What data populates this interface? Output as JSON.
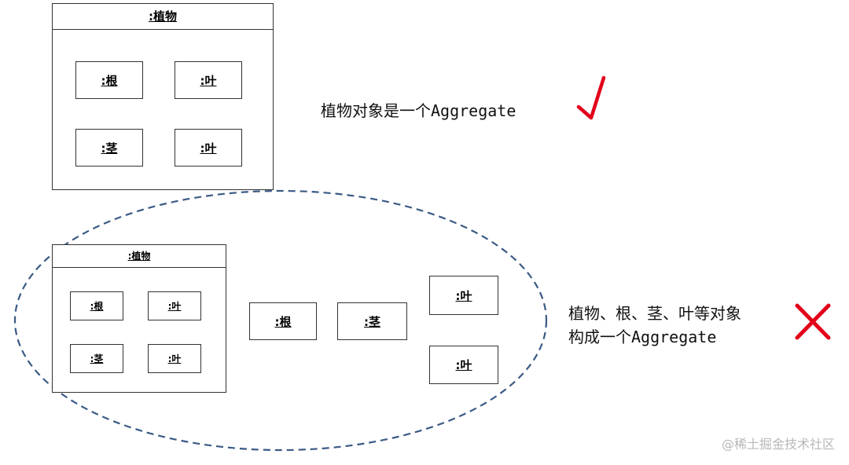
{
  "top_aggregate": {
    "title": ":植物",
    "parts": [
      ":根",
      ":叶",
      ":茎",
      ":叶"
    ]
  },
  "statement_correct": "植物对象是一个Aggregate",
  "bottom_aggregate": {
    "title": ":植物",
    "parts": [
      ":根",
      ":叶",
      ":茎",
      ":叶"
    ]
  },
  "loose_objects": [
    ":根",
    ":茎",
    ":叶",
    ":叶"
  ],
  "statement_wrong": {
    "line1": "植物、根、茎、叶等对象",
    "line2": "构成一个Aggregate"
  },
  "colors": {
    "check": "#e2001a",
    "cross": "#e2001a",
    "ellipse": "#3a5a85"
  },
  "watermark": "@稀土掘金技术社区"
}
